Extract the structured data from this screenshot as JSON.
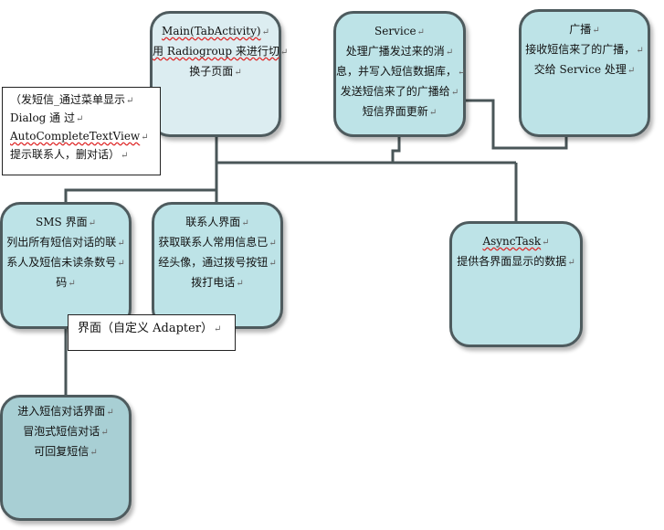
{
  "nodes": {
    "main": {
      "lines": [
        "Main(TabActivity)",
        "用 Radiogroup 来进行切",
        "换子页面"
      ],
      "fill": "#dcedf1"
    },
    "service": {
      "lines": [
        "Service",
        "处理广播发过来的消",
        "息，并写入短信数据库，",
        "发送短信来了的广播给",
        "短信界面更新"
      ],
      "fill": "#bde3e7"
    },
    "broadcast": {
      "lines": [
        "广播",
        "接收短信来了的广播，",
        "交给 Service 处理"
      ],
      "fill": "#bde3e7"
    },
    "sms": {
      "lines": [
        "SMS 界面",
        "列出所有短信对话的联",
        "系人及短信未读条数号",
        "码"
      ],
      "fill": "#bde3e7"
    },
    "contacts": {
      "lines": [
        "联系人界面",
        "获取联系人常用信息已",
        "经头像，通过拨号按钮",
        "拨打电话"
      ],
      "fill": "#bde3e7"
    },
    "asynctask": {
      "lines": [
        "AsyncTask",
        "提供各界面显示的数据"
      ],
      "fill": "#bde3e7"
    },
    "conversation": {
      "lines": [
        "进入短信对话界面",
        "冒泡式短信对话",
        "可回复短信"
      ],
      "fill": "#a8cfd4"
    }
  },
  "notes": {
    "dialog_note": {
      "lines": [
        "（发短信_通过菜单显示",
        "Dialog        通        过",
        "AutoCompleteTextView",
        "提示联系人，删对话）"
      ]
    },
    "adapter_note": {
      "lines": [
        "界面（自定义 Adapter）"
      ]
    }
  },
  "colors": {
    "border": "#4e5b5e",
    "connector": "#4a5658"
  },
  "marks": {
    "paragraph_mark": "↵"
  }
}
